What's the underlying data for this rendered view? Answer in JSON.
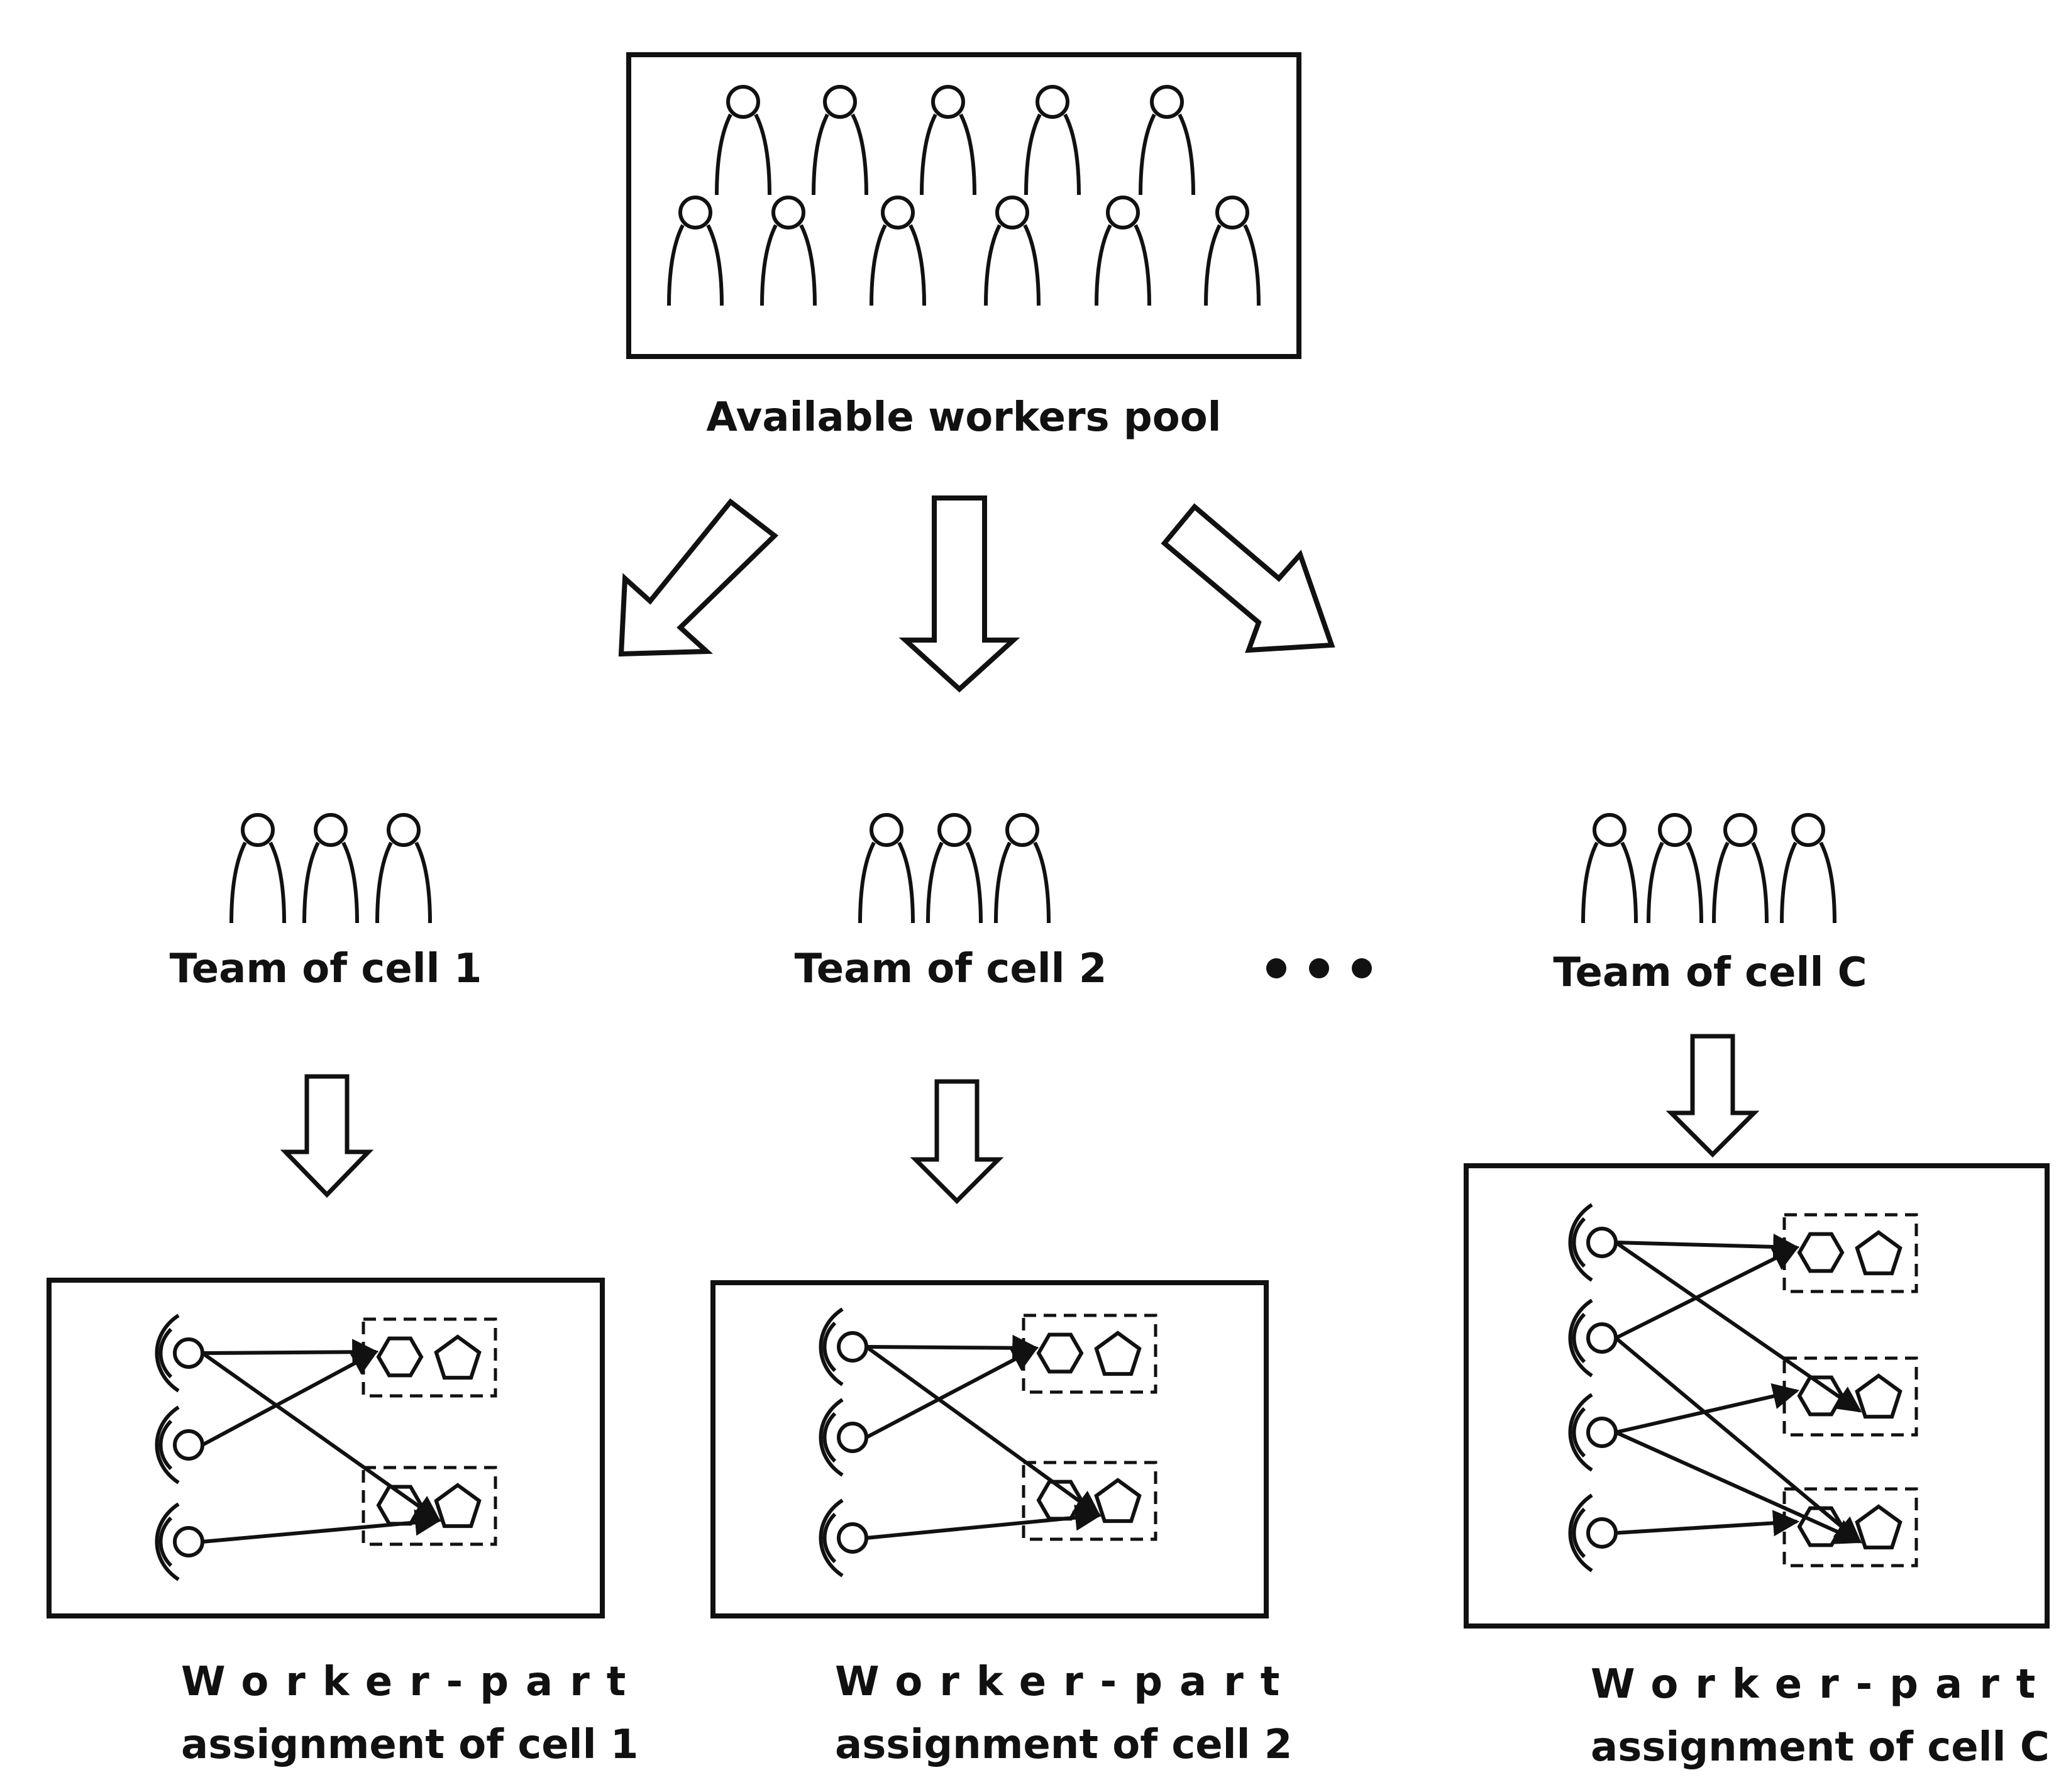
{
  "pool": {
    "label": "Available workers pool",
    "worker_count": 11
  },
  "teams": [
    {
      "label": "Team of cell 1",
      "workers": 3
    },
    {
      "label": "Team of cell 2",
      "workers": 3
    },
    {
      "label": "Team of cell C",
      "workers": 4
    }
  ],
  "assignments": [
    {
      "title_line1": "Worker-part",
      "title_line2": "assignment of cell 1",
      "workers": 3,
      "part_groups": 2
    },
    {
      "title_line1": "Worker-part",
      "title_line2": "assignment of cell 2",
      "workers": 3,
      "part_groups": 2
    },
    {
      "title_line1": "Worker-part",
      "title_line2": "assignment of cell C",
      "workers": 4,
      "part_groups": 3
    }
  ],
  "icons": {
    "worker": "person-icon",
    "machine_worker": "worker-at-machine-icon",
    "part_a": "hexagon-part-icon",
    "part_b": "pentagon-part-icon",
    "flow_arrow": "hollow-arrow-icon",
    "ellipsis": "ellipsis-icon"
  },
  "colors": {
    "stroke": "#111111",
    "background": "#ffffff"
  }
}
